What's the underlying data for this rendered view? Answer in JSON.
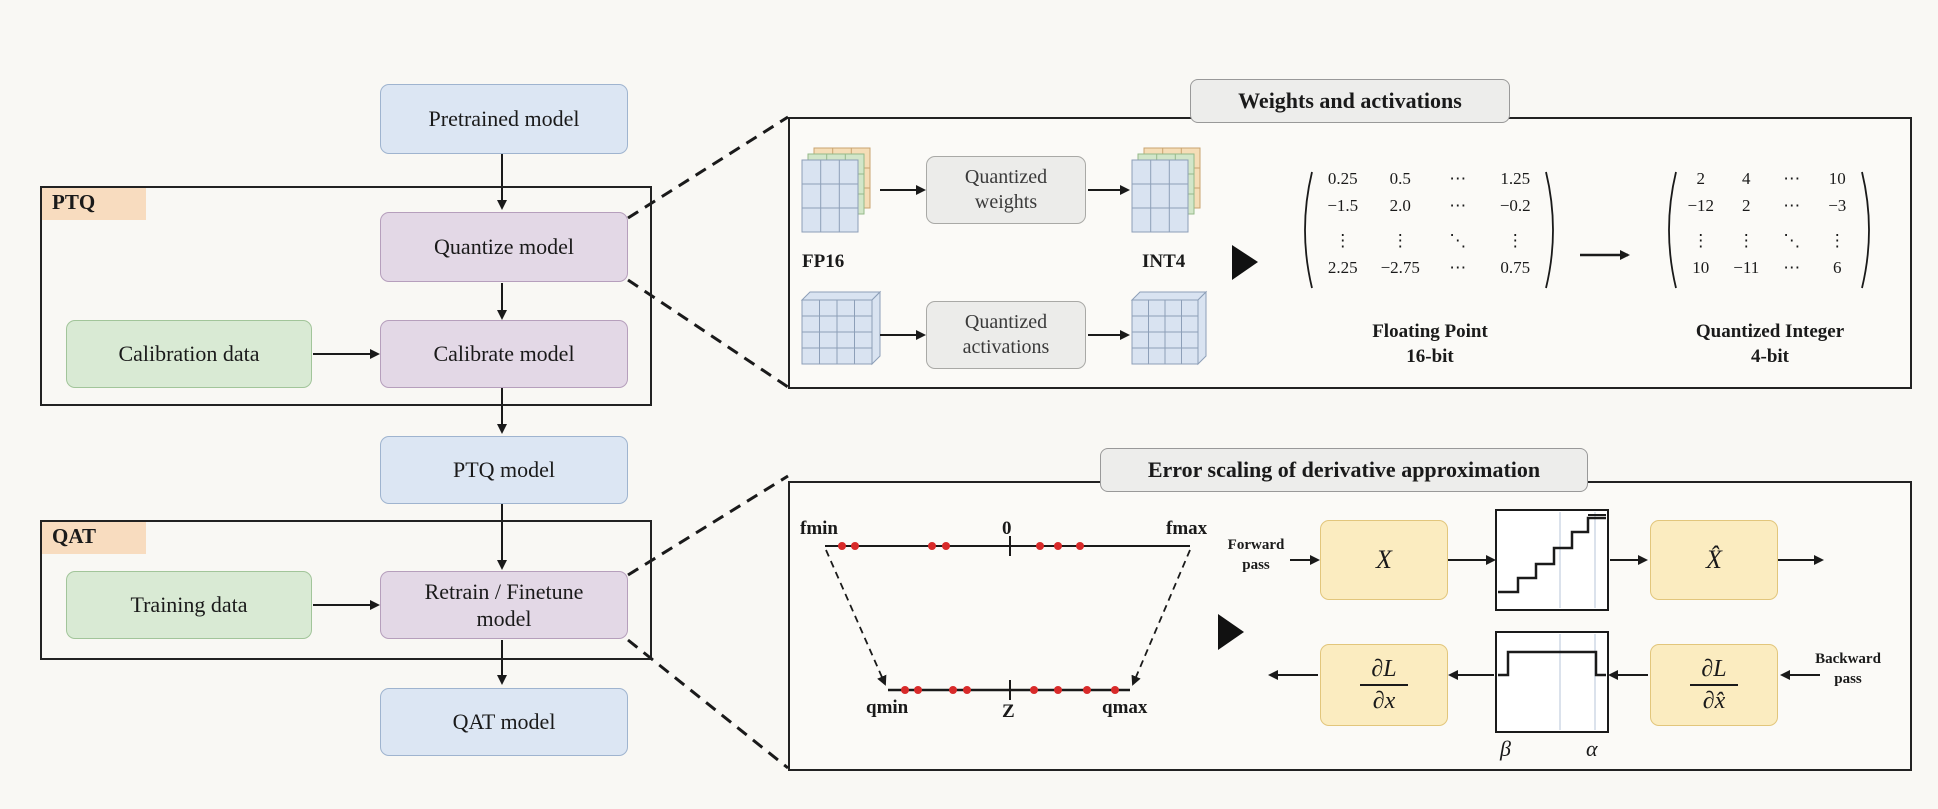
{
  "flow": {
    "pretrained": "Pretrained model",
    "quantize": "Quantize model",
    "calibration_data": "Calibration data",
    "calibrate": "Calibrate model",
    "ptq_model": "PTQ model",
    "training_data": "Training data",
    "retrain": "Retrain / Finetune model",
    "qat_model": "QAT model",
    "ptq_tag": "PTQ",
    "qat_tag": "QAT"
  },
  "weights_panel": {
    "title": "Weights and activations",
    "quantized_weights": "Quantized weights",
    "quantized_activations": "Quantized activations",
    "fp16": "FP16",
    "int4": "INT4",
    "fp_caption": "Floating Point",
    "fp_bits": "16-bit",
    "qi_caption": "Quantized Integer",
    "qi_bits": "4-bit",
    "fp_matrix": [
      "0.25",
      "0.5",
      "⋯",
      "1.25",
      "−1.5",
      "2.0",
      "⋯",
      "−0.2",
      "⋮",
      "⋮",
      "⋱",
      "⋮",
      "2.25",
      "−2.75",
      "⋯",
      "0.75"
    ],
    "int_matrix": [
      "2",
      "4",
      "⋯",
      "10",
      "−12",
      "2",
      "⋯",
      "−3",
      "⋮",
      "⋮",
      "⋱",
      "⋮",
      "10",
      "−11",
      "⋯",
      "6"
    ]
  },
  "error_panel": {
    "title": "Error scaling of derivative approximation",
    "fmin": "fmin",
    "zero": "0",
    "fmax": "fmax",
    "qmin": "qmin",
    "z": "Z",
    "qmax": "qmax",
    "forward": "Forward pass",
    "backward": "Backward pass",
    "x": "X",
    "x_hat": "X̂",
    "beta": "β",
    "alpha": "α",
    "dl_dx_num": "∂L",
    "dl_dx_den": "∂x",
    "dl_dxhat_num": "∂L",
    "dl_dxhat_den": "∂x̂"
  },
  "colors": {
    "blue": "#dce6f3",
    "purple": "#e3d8e6",
    "green": "#d9ead4",
    "yellow": "#fbecc0",
    "tag": "#f8dcbf",
    "red_dot": "#d82a2a"
  }
}
